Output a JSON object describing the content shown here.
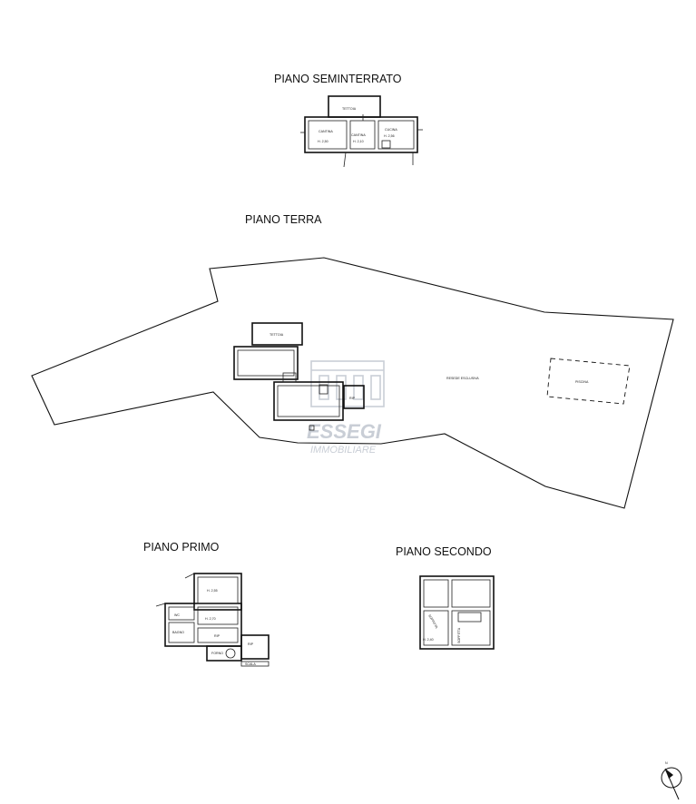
{
  "floors": {
    "seminterrato": {
      "title": "PIANO SEMINTERRATO",
      "rooms": {
        "tettoia": "TETTOIA",
        "cantina1": "CANTINA",
        "cantina1_h": "H. 2,50",
        "cantina2": "CANTINA",
        "cantina2_h": "H. 2,10",
        "cucina": "CUCINA",
        "cucina_h": "H. 2,56"
      }
    },
    "terra": {
      "title": "PIANO TERRA",
      "rooms": {
        "tettoia": "TETTOIA",
        "rip": "RIP",
        "resede": "RESEDE ESCLUSIVA",
        "piscina": "PISCINA"
      }
    },
    "primo": {
      "title": "PIANO PRIMO",
      "rooms": {
        "h1": "H. 2,55",
        "h2": "H. 2,70",
        "wc": "WC",
        "bagno": "BAGNO",
        "rip1": "RIP",
        "rip2": "RIP",
        "forno": "FORNO",
        "scala": "SCALA"
      }
    },
    "secondo": {
      "title": "PIANO SECONDO",
      "rooms": {
        "h": "H. 2,40",
        "soffitta1": "SOFFITTA",
        "soffitta2": "SOFFITTA"
      }
    }
  },
  "watermark": {
    "line1": "ESSEGI",
    "line2": "IMMOBILIARE"
  },
  "north_label": "N"
}
